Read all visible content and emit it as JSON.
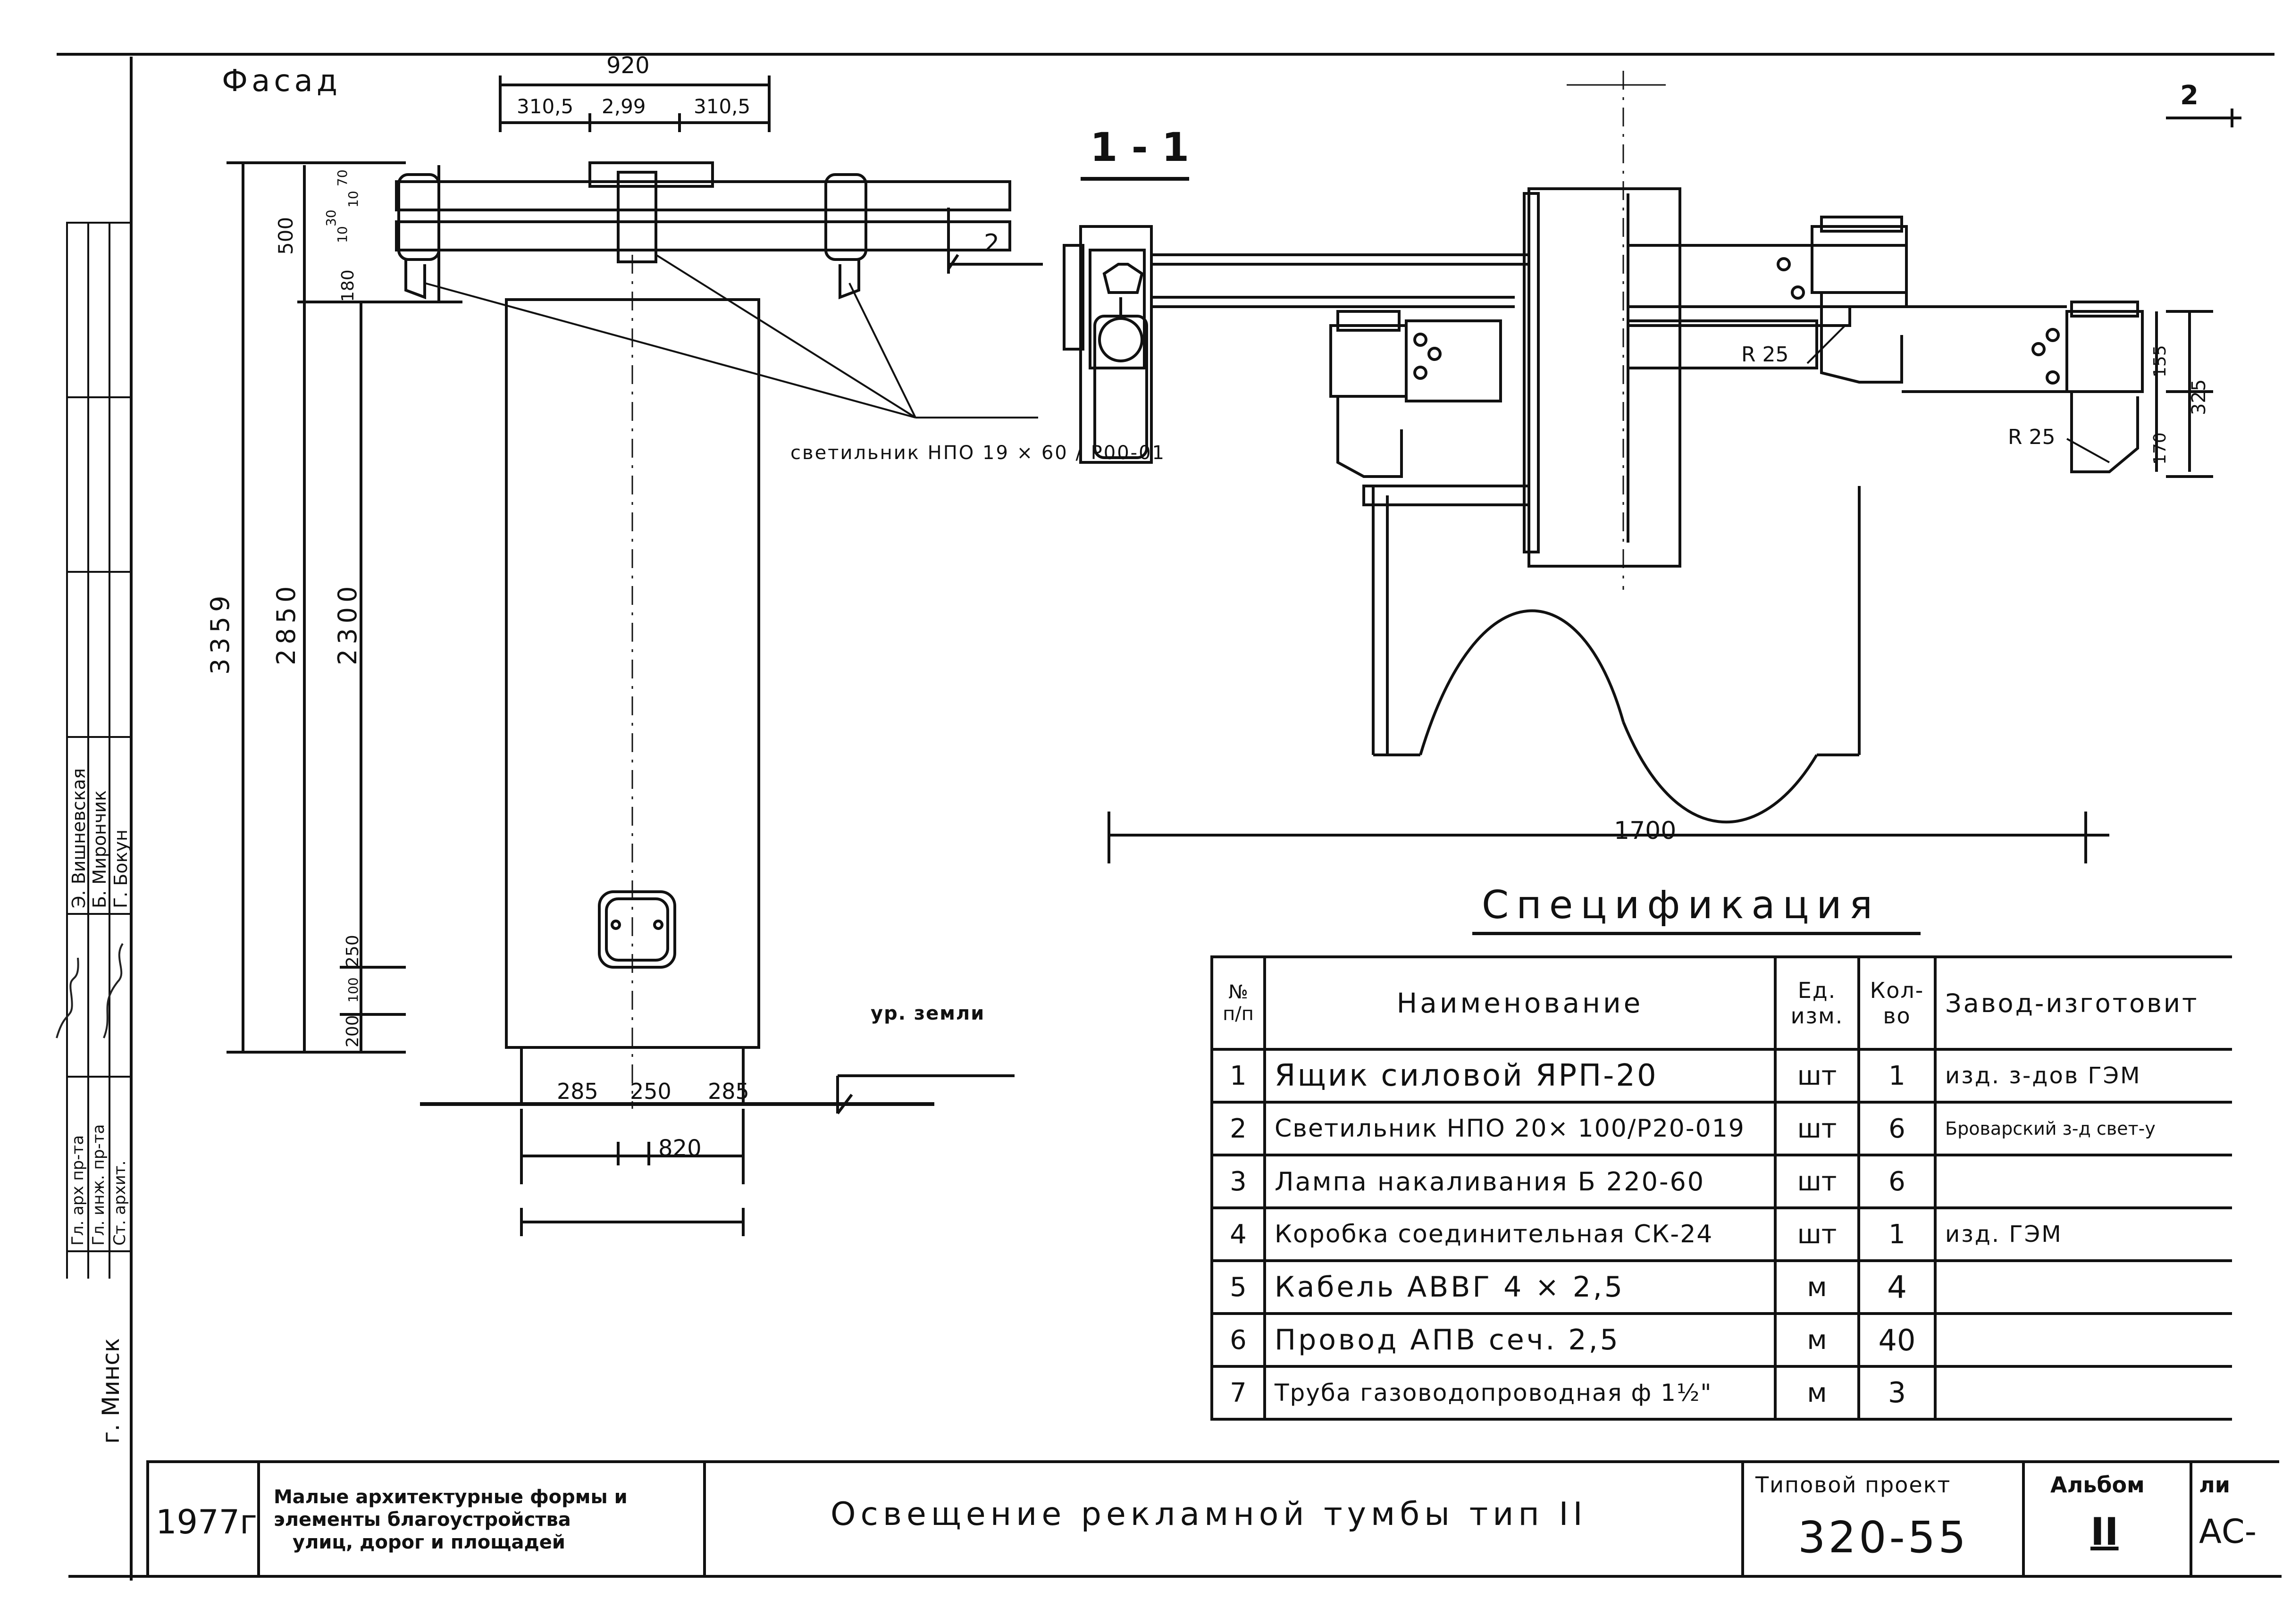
{
  "page_heading": "Фасад",
  "section_label": "1 - 1",
  "callout_number": "2",
  "sheet_number": "2",
  "facade_dims": {
    "top_total": "920",
    "top_parts": [
      "310,5",
      "2,99",
      "310,5"
    ],
    "heights": [
      "3359",
      "2850",
      "2300"
    ],
    "head_parts": [
      "500",
      "180",
      "10",
      "30",
      "10",
      "70"
    ],
    "bottom_parts": [
      "200",
      "100",
      "250"
    ],
    "base_parts": [
      "285",
      "250",
      "285"
    ],
    "base_total": "820"
  },
  "luminaire_label": "светильник НПО 19 × 60 / Р00-01",
  "ground_label": "ур. земли",
  "section_dims": {
    "span": "1700",
    "radius_1": "R 25",
    "radius_2": "R 25",
    "right_parts": [
      "155",
      "325",
      "170"
    ]
  },
  "spec": {
    "title": "Спецификация",
    "headers": [
      "№ п/п",
      "Наименование",
      "Ед. изм.",
      "Кол-во",
      "Завод-изготовит"
    ],
    "rows": [
      {
        "n": "1",
        "name": "Ящик силовой ЯРП-20",
        "unit": "шт",
        "qty": "1",
        "maker": "изд. з-дов ГЭМ"
      },
      {
        "n": "2",
        "name": "Светильник НПО 20× 100/Р20-019",
        "unit": "шт",
        "qty": "6",
        "maker": "Броварский з-д свет-у"
      },
      {
        "n": "3",
        "name": "Лампа накаливания Б 220-60",
        "unit": "шт",
        "qty": "6",
        "maker": ""
      },
      {
        "n": "4",
        "name": "Коробка соединительная СК-24",
        "unit": "шт",
        "qty": "1",
        "maker": "изд. ГЭМ"
      },
      {
        "n": "5",
        "name": "Кабель АВВГ 4 × 2,5",
        "unit": "м",
        "qty": "4",
        "maker": ""
      },
      {
        "n": "6",
        "name": "Провод АПВ сеч. 2,5",
        "unit": "м",
        "qty": "40",
        "maker": ""
      },
      {
        "n": "7",
        "name": "Труба газоводопроводная ф 1½\"",
        "unit": "м",
        "qty": "3",
        "maker": ""
      }
    ]
  },
  "title_block": {
    "year": "1977г",
    "series": [
      "Малые архитектурные формы и",
      "элементы благоустройства",
      "улиц, дорог и площадей"
    ],
    "title": "Освещение рекламной тумбы тип II",
    "project_label": "Типовой проект",
    "project_number": "320-55",
    "album_label": "Альбом",
    "album_number": "II",
    "sheet_label": "ли",
    "sheet_code": "АС-"
  },
  "side_stamp": {
    "roles": [
      "Гл. арх пр-та",
      "Гл. инж. пр-та",
      "Ст. архит."
    ],
    "names": [
      "Э. Вишневская",
      "Б. Мирончик",
      "Г. Бокун"
    ],
    "city": "г. Минск"
  }
}
